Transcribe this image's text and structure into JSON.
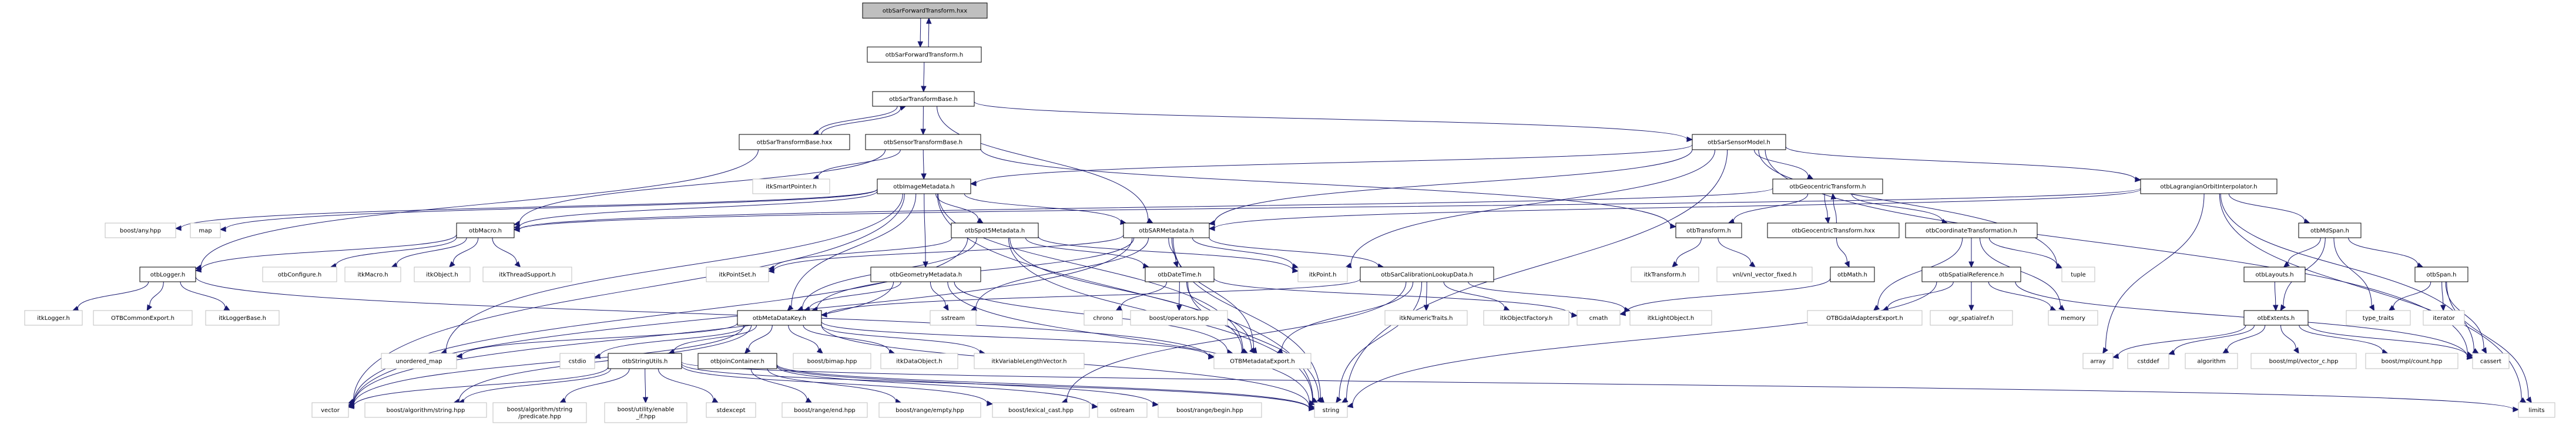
{
  "title": "otbSarForwardTransform.hxx include dependency graph",
  "colors": {
    "edge": "#191970",
    "root_fill": "#bfbfbf",
    "root_border": "#000000",
    "doc_border": "#000000",
    "ext_border": "#bfbfbf",
    "fill": "#ffffff"
  },
  "nodes": [
    {
      "id": "root",
      "label": "otbSarForwardTransform.hxx",
      "kind": "root"
    },
    {
      "id": "sft_h",
      "label": "otbSarForwardTransform.h",
      "kind": "doc"
    },
    {
      "id": "stb_h",
      "label": "otbSarTransformBase.h",
      "kind": "doc"
    },
    {
      "id": "stb_hxx",
      "label": "otbSarTransformBase.hxx",
      "kind": "doc"
    },
    {
      "id": "sentb",
      "label": "otbSensorTransformBase.h",
      "kind": "doc"
    },
    {
      "id": "ssm",
      "label": "otbSarSensorModel.h",
      "kind": "doc"
    },
    {
      "id": "itksp",
      "label": "itkSmartPointer.h",
      "kind": "ext"
    },
    {
      "id": "imd",
      "label": "otbImageMetadata.h",
      "kind": "doc"
    },
    {
      "id": "geo",
      "label": "otbGeocentricTransform.h",
      "kind": "doc"
    },
    {
      "id": "lag",
      "label": "otbLagrangianOrbitInterpolator.h",
      "kind": "doc"
    },
    {
      "id": "bany",
      "label": "boost/any.hpp",
      "kind": "ext"
    },
    {
      "id": "map",
      "label": "map",
      "kind": "ext"
    },
    {
      "id": "macro",
      "label": "otbMacro.h",
      "kind": "doc"
    },
    {
      "id": "spot5",
      "label": "otbSpot5Metadata.h",
      "kind": "doc"
    },
    {
      "id": "sarmd",
      "label": "otbSARMetadata.h",
      "kind": "doc"
    },
    {
      "id": "otbtr",
      "label": "otbTransform.h",
      "kind": "doc"
    },
    {
      "id": "geohxx",
      "label": "otbGeocentricTransform.hxx",
      "kind": "doc"
    },
    {
      "id": "coord",
      "label": "otbCoordinateTransformation.h",
      "kind": "doc"
    },
    {
      "id": "mdspan",
      "label": "otbMdSpan.h",
      "kind": "doc"
    },
    {
      "id": "logger",
      "label": "otbLogger.h",
      "kind": "doc"
    },
    {
      "id": "config",
      "label": "otbConfigure.h",
      "kind": "ext"
    },
    {
      "id": "itkmacro",
      "label": "itkMacro.h",
      "kind": "ext"
    },
    {
      "id": "itkobj",
      "label": "itkObject.h",
      "kind": "ext"
    },
    {
      "id": "itkthr",
      "label": "itkThreadSupport.h",
      "kind": "ext"
    },
    {
      "id": "itkps",
      "label": "itkPointSet.h",
      "kind": "ext"
    },
    {
      "id": "geomd",
      "label": "otbGeometryMetadata.h",
      "kind": "doc"
    },
    {
      "id": "dt",
      "label": "otbDateTime.h",
      "kind": "doc"
    },
    {
      "id": "itkpt",
      "label": "itkPoint.h",
      "kind": "ext"
    },
    {
      "id": "sarcal",
      "label": "otbSarCalibrationLookupData.h",
      "kind": "doc"
    },
    {
      "id": "itktr",
      "label": "itkTransform.h",
      "kind": "ext"
    },
    {
      "id": "vnl",
      "label": "vnl/vnl_vector_fixed.h",
      "kind": "ext"
    },
    {
      "id": "math",
      "label": "otbMath.h",
      "kind": "doc"
    },
    {
      "id": "spref",
      "label": "otbSpatialReference.h",
      "kind": "doc"
    },
    {
      "id": "tuple",
      "label": "tuple",
      "kind": "ext"
    },
    {
      "id": "layouts",
      "label": "otbLayouts.h",
      "kind": "doc"
    },
    {
      "id": "span",
      "label": "otbSpan.h",
      "kind": "doc"
    },
    {
      "id": "itklog",
      "label": "itkLogger.h",
      "kind": "ext"
    },
    {
      "id": "commexp",
      "label": "OTBCommonExport.h",
      "kind": "ext"
    },
    {
      "id": "itklogb",
      "label": "itkLoggerBase.h",
      "kind": "ext"
    },
    {
      "id": "mdk",
      "label": "otbMetaDataKey.h",
      "kind": "doc"
    },
    {
      "id": "sstream",
      "label": "sstream",
      "kind": "ext"
    },
    {
      "id": "chrono",
      "label": "chrono",
      "kind": "ext"
    },
    {
      "id": "bops",
      "label": "boost/operators.hpp",
      "kind": "ext"
    },
    {
      "id": "itknt",
      "label": "itkNumericTraits.h",
      "kind": "ext"
    },
    {
      "id": "itkof",
      "label": "itkObjectFactory.h",
      "kind": "ext"
    },
    {
      "id": "cmath",
      "label": "cmath",
      "kind": "ext"
    },
    {
      "id": "itklo",
      "label": "itkLightObject.h",
      "kind": "ext"
    },
    {
      "id": "gdalexp",
      "label": "OTBGdalAdaptersExport.h",
      "kind": "ext"
    },
    {
      "id": "ogr",
      "label": "ogr_spatialref.h",
      "kind": "ext"
    },
    {
      "id": "memory",
      "label": "memory",
      "kind": "ext"
    },
    {
      "id": "extents",
      "label": "otbExtents.h",
      "kind": "doc"
    },
    {
      "id": "tt",
      "label": "type_traits",
      "kind": "ext"
    },
    {
      "id": "iter",
      "label": "iterator",
      "kind": "ext"
    },
    {
      "id": "umap",
      "label": "unordered_map",
      "kind": "ext"
    },
    {
      "id": "cstdio",
      "label": "cstdio",
      "kind": "ext"
    },
    {
      "id": "strutil",
      "label": "otbStringUtils.h",
      "kind": "doc"
    },
    {
      "id": "join",
      "label": "otbJoinContainer.h",
      "kind": "doc"
    },
    {
      "id": "bimap",
      "label": "boost/bimap.hpp",
      "kind": "ext"
    },
    {
      "id": "itkdo",
      "label": "itkDataObject.h",
      "kind": "ext"
    },
    {
      "id": "itkvlv",
      "label": "itkVariableLengthVector.h",
      "kind": "ext"
    },
    {
      "id": "mdexp",
      "label": "OTBMetadataExport.h",
      "kind": "ext"
    },
    {
      "id": "array",
      "label": "array",
      "kind": "ext"
    },
    {
      "id": "cstddef",
      "label": "cstddef",
      "kind": "ext"
    },
    {
      "id": "algo",
      "label": "algorithm",
      "kind": "ext"
    },
    {
      "id": "mplvec",
      "label": "boost/mpl/vector_c.hpp",
      "kind": "ext"
    },
    {
      "id": "mplcnt",
      "label": "boost/mpl/count.hpp",
      "kind": "ext"
    },
    {
      "id": "cassert",
      "label": "cassert",
      "kind": "ext"
    },
    {
      "id": "vector",
      "label": "vector",
      "kind": "ext"
    },
    {
      "id": "balgstr",
      "label": "boost/algorithm/string.hpp",
      "kind": "ext"
    },
    {
      "id": "bpred",
      "label": "boost/algorithm/string\n/predicate.hpp",
      "kind": "ext"
    },
    {
      "id": "benable",
      "label": "boost/utility/enable\n_if.hpp",
      "kind": "ext"
    },
    {
      "id": "stdexc",
      "label": "stdexcept",
      "kind": "ext"
    },
    {
      "id": "brend",
      "label": "boost/range/end.hpp",
      "kind": "ext"
    },
    {
      "id": "brempty",
      "label": "boost/range/empty.hpp",
      "kind": "ext"
    },
    {
      "id": "blex",
      "label": "boost/lexical_cast.hpp",
      "kind": "ext"
    },
    {
      "id": "ostream",
      "label": "ostream",
      "kind": "ext"
    },
    {
      "id": "brbegin",
      "label": "boost/range/begin.hpp",
      "kind": "ext"
    },
    {
      "id": "string",
      "label": "string",
      "kind": "ext"
    },
    {
      "id": "limits",
      "label": "limits",
      "kind": "ext"
    }
  ],
  "edges": [
    [
      "root",
      "sft_h"
    ],
    [
      "sft_h",
      "root"
    ],
    [
      "sft_h",
      "stb_h"
    ],
    [
      "stb_h",
      "stb_hxx"
    ],
    [
      "stb_hxx",
      "stb_h"
    ],
    [
      "stb_h",
      "sentb"
    ],
    [
      "stb_h",
      "ssm"
    ],
    [
      "stb_h",
      "sarmd"
    ],
    [
      "stb_hxx",
      "logger"
    ],
    [
      "sentb",
      "itksp"
    ],
    [
      "sentb",
      "imd"
    ],
    [
      "sentb",
      "otbtr"
    ],
    [
      "sentb",
      "macro"
    ],
    [
      "ssm",
      "imd"
    ],
    [
      "ssm",
      "geo"
    ],
    [
      "ssm",
      "lag"
    ],
    [
      "ssm",
      "sarmd"
    ],
    [
      "ssm",
      "itkpt"
    ],
    [
      "ssm",
      "tuple"
    ],
    [
      "ssm",
      "string"
    ],
    [
      "ssm",
      "cassert"
    ],
    [
      "imd",
      "bany"
    ],
    [
      "imd",
      "map"
    ],
    [
      "imd",
      "macro"
    ],
    [
      "imd",
      "spot5"
    ],
    [
      "imd",
      "sarmd"
    ],
    [
      "imd",
      "geomd"
    ],
    [
      "imd",
      "mdk"
    ],
    [
      "imd",
      "vector"
    ],
    [
      "imd",
      "umap"
    ],
    [
      "imd",
      "mdexp"
    ],
    [
      "imd",
      "string"
    ],
    [
      "geo",
      "otbtr"
    ],
    [
      "geo",
      "geohxx"
    ],
    [
      "geohxx",
      "geo"
    ],
    [
      "geo",
      "coord"
    ],
    [
      "geo",
      "macro"
    ],
    [
      "lag",
      "sarmd"
    ],
    [
      "lag",
      "mdspan"
    ],
    [
      "lag",
      "array"
    ],
    [
      "lag",
      "cassert"
    ],
    [
      "lag",
      "limits"
    ],
    [
      "lag",
      "macro"
    ],
    [
      "macro",
      "logger"
    ],
    [
      "macro",
      "config"
    ],
    [
      "macro",
      "itkmacro"
    ],
    [
      "macro",
      "itkobj"
    ],
    [
      "macro",
      "itkthr"
    ],
    [
      "spot5",
      "itkps"
    ],
    [
      "spot5",
      "dt"
    ],
    [
      "spot5",
      "itkpt"
    ],
    [
      "spot5",
      "mdk"
    ],
    [
      "spot5",
      "mdexp"
    ],
    [
      "spot5",
      "string"
    ],
    [
      "spot5",
      "vector"
    ],
    [
      "sarmd",
      "itkps"
    ],
    [
      "sarmd",
      "dt"
    ],
    [
      "sarmd",
      "itkpt"
    ],
    [
      "sarmd",
      "sarcal"
    ],
    [
      "sarmd",
      "mdk"
    ],
    [
      "sarmd",
      "sstream"
    ],
    [
      "sarmd",
      "mdexp"
    ],
    [
      "sarmd",
      "string"
    ],
    [
      "sarmd",
      "vector"
    ],
    [
      "otbtr",
      "itktr"
    ],
    [
      "otbtr",
      "vnl"
    ],
    [
      "geohxx",
      "math"
    ],
    [
      "coord",
      "spref"
    ],
    [
      "coord",
      "gdalexp"
    ],
    [
      "coord",
      "tuple"
    ],
    [
      "coord",
      "memory"
    ],
    [
      "mdspan",
      "layouts"
    ],
    [
      "mdspan",
      "span"
    ],
    [
      "mdspan",
      "extents"
    ],
    [
      "mdspan",
      "tt"
    ],
    [
      "logger",
      "itklog"
    ],
    [
      "logger",
      "commexp"
    ],
    [
      "logger",
      "itklogb"
    ],
    [
      "logger",
      "mdexp"
    ],
    [
      "geomd",
      "mdk"
    ],
    [
      "geomd",
      "sstream"
    ],
    [
      "geomd",
      "mdexp"
    ],
    [
      "geomd",
      "string"
    ],
    [
      "geomd",
      "vector"
    ],
    [
      "dt",
      "chrono"
    ],
    [
      "dt",
      "bops"
    ],
    [
      "dt",
      "cmath"
    ],
    [
      "dt",
      "mdexp"
    ],
    [
      "dt",
      "string"
    ],
    [
      "sarcal",
      "mdk"
    ],
    [
      "sarcal",
      "itknt"
    ],
    [
      "sarcal",
      "itkof"
    ],
    [
      "sarcal",
      "itklo"
    ],
    [
      "sarcal",
      "mdexp"
    ],
    [
      "sarcal",
      "blex"
    ],
    [
      "sarcal",
      "string"
    ],
    [
      "math",
      "cmath"
    ],
    [
      "spref",
      "gdalexp"
    ],
    [
      "spref",
      "ogr"
    ],
    [
      "spref",
      "memory"
    ],
    [
      "spref",
      "string"
    ],
    [
      "spref",
      "cassert"
    ],
    [
      "layouts",
      "extents"
    ],
    [
      "span",
      "tt"
    ],
    [
      "span",
      "iter"
    ],
    [
      "span",
      "cassert"
    ],
    [
      "span",
      "limits"
    ],
    [
      "extents",
      "array"
    ],
    [
      "extents",
      "cstddef"
    ],
    [
      "extents",
      "algo"
    ],
    [
      "extents",
      "mplvec"
    ],
    [
      "extents",
      "mplcnt"
    ],
    [
      "extents",
      "cassert"
    ],
    [
      "mdk",
      "umap"
    ],
    [
      "mdk",
      "cstdio"
    ],
    [
      "mdk",
      "strutil"
    ],
    [
      "mdk",
      "join"
    ],
    [
      "mdk",
      "bimap"
    ],
    [
      "mdk",
      "itkdo"
    ],
    [
      "mdk",
      "itkvlv"
    ],
    [
      "mdk",
      "mdexp"
    ],
    [
      "mdk",
      "vector"
    ],
    [
      "mdk",
      "balgstr"
    ],
    [
      "mdk",
      "string"
    ],
    [
      "strutil",
      "vector"
    ],
    [
      "strutil",
      "balgstr"
    ],
    [
      "strutil",
      "bpred"
    ],
    [
      "strutil",
      "benable"
    ],
    [
      "strutil",
      "stdexc"
    ],
    [
      "strutil",
      "blex"
    ],
    [
      "strutil",
      "string"
    ],
    [
      "strutil",
      "limits"
    ],
    [
      "join",
      "brend"
    ],
    [
      "join",
      "brempty"
    ],
    [
      "join",
      "brbegin"
    ],
    [
      "join",
      "ostream"
    ],
    [
      "join",
      "string"
    ]
  ]
}
